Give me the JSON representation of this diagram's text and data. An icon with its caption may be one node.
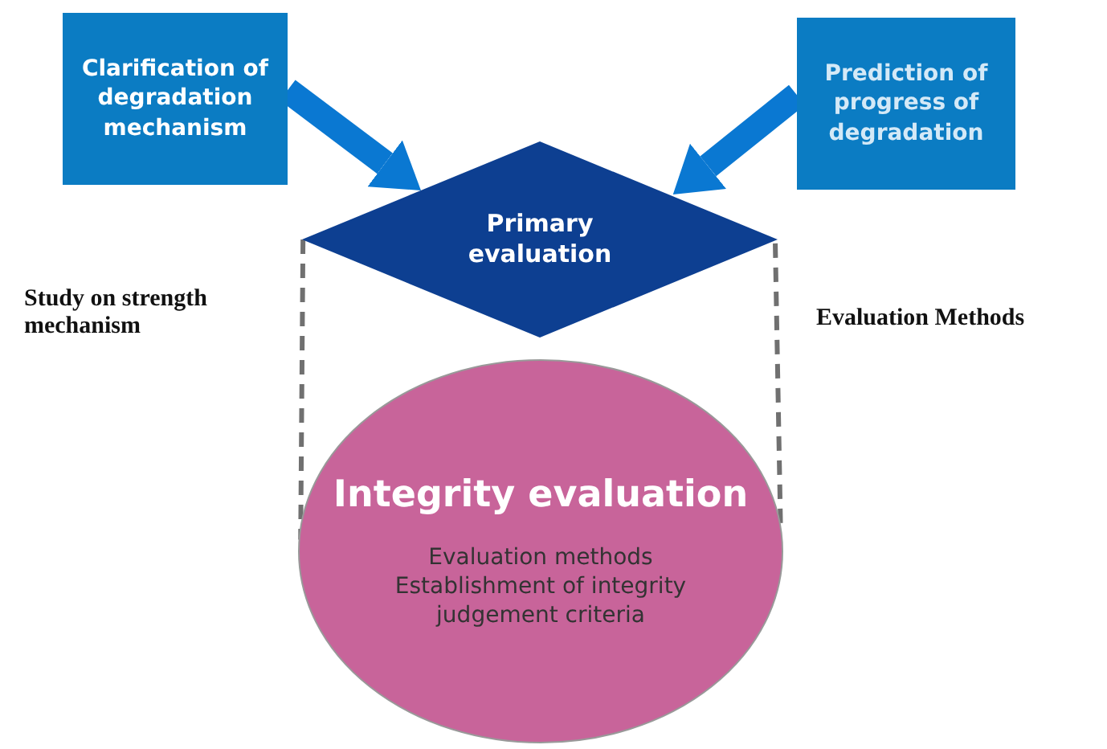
{
  "diagram": {
    "nodes": [
      {
        "text": [
          "Clarification of degradation mechanism"
        ]
      },
      {
        "text": [
          "Prediction of progress of degradation"
        ]
      },
      {
        "text": [
          "Primary evaluation"
        ]
      },
      {
        "text": [
          "Integrity evaluation",
          "Evaluation methods",
          "Establishment of integrity judgement criteria"
        ]
      }
    ],
    "edges": [
      {
        "from": 0,
        "to": 2,
        "arrow": "to",
        "style": "thick",
        "color": "#0a78d2"
      },
      {
        "from": 1,
        "to": 2,
        "arrow": "to",
        "style": "thick",
        "color": "#0a78d2"
      },
      {
        "from": 2,
        "to": 3,
        "arrow": "none",
        "style": "dashed",
        "color": "#707070"
      },
      {
        "from": 2,
        "to": 3,
        "arrow": "none",
        "style": "dashed",
        "color": "#707070"
      }
    ],
    "labels": [
      "Study on strength mechanism",
      "Evaluation Methods"
    ]
  }
}
